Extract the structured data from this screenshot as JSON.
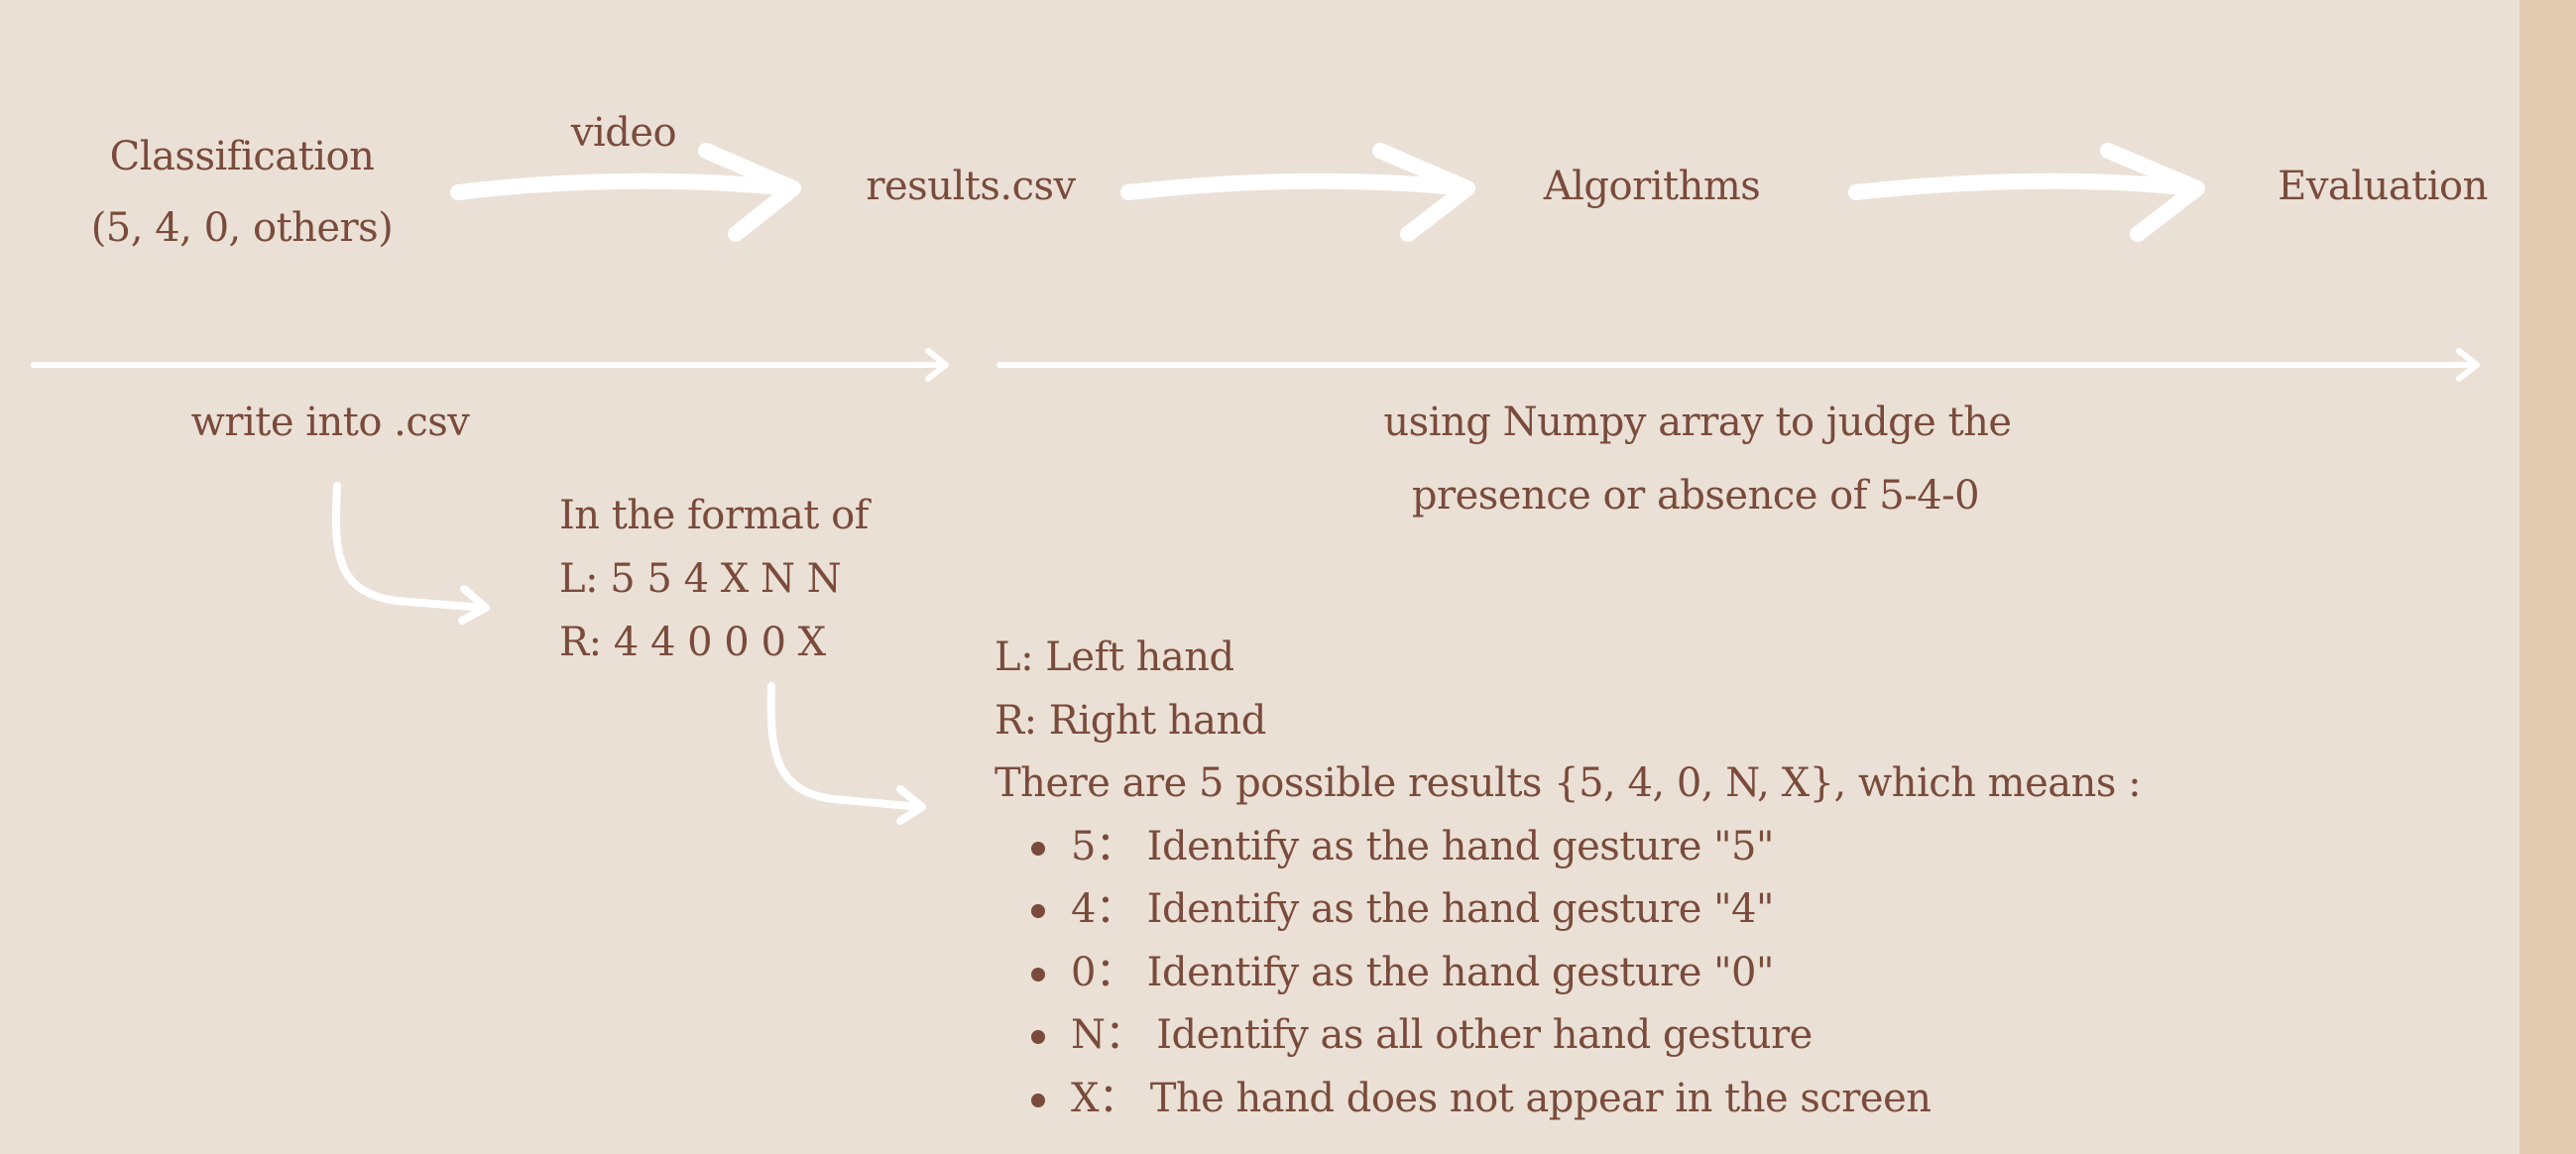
{
  "flow": {
    "classification": "Classification",
    "classes": "(5, 4, 0, others)",
    "video": "video",
    "results": "results.csv",
    "algorithms": "Algorithms",
    "evaluation": "Evaluation"
  },
  "left_section": {
    "label": "write into .csv",
    "format_title": "In the format of",
    "format_l": "L: 5 5 4 X N N",
    "format_r": "R: 4 4 0 0 0 X"
  },
  "right_section": {
    "line1": "using Numpy array to judge the",
    "line2": "presence or absence of 5-4-0"
  },
  "legend": {
    "left": "L: Left hand",
    "right": "R: Right hand",
    "intro": "There are 5 possible results {5, 4, 0, N, X}, which means :",
    "items": [
      "5： Identify as the hand gesture \"5\"",
      "4： Identify as the hand gesture \"4\"",
      "0： Identify as the hand gesture \"0\"",
      "N： Identify as all other hand gesture",
      "X： The hand does not appear in the screen"
    ]
  },
  "colors": {
    "background": "#eae0d6",
    "text": "#7a4b3b",
    "arrow": "#ffffff",
    "side_strip": "#e1cbb0"
  }
}
